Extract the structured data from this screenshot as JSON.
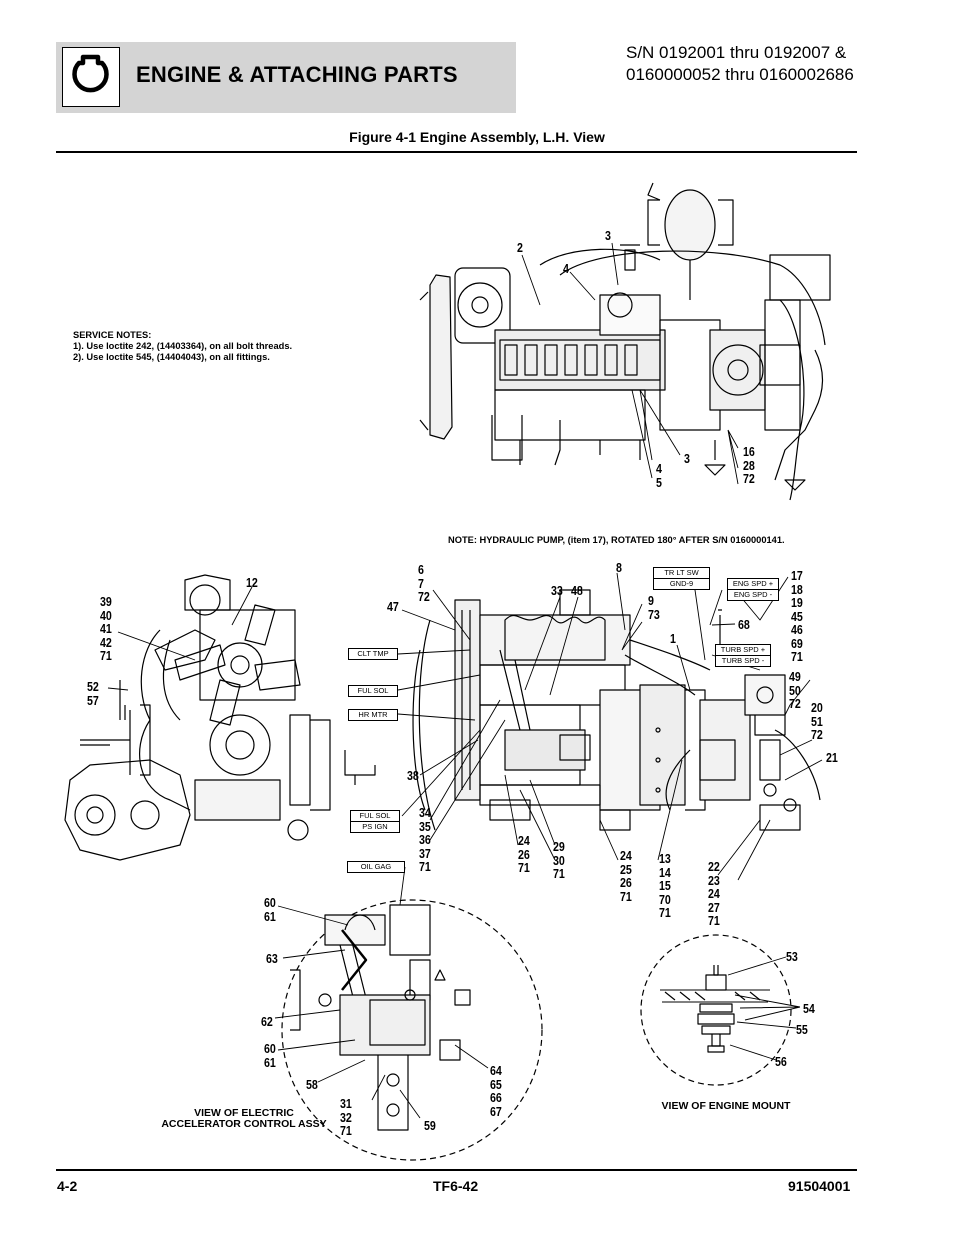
{
  "header": {
    "title": "ENGINE & ATTACHING PARTS",
    "serial_lines": [
      "S/N 0192001 thru 0192007 &",
      "0160000052 thru 0160002686"
    ],
    "icon": "engine-icon"
  },
  "figure_title": "Figure 4-1 Engine Assembly, L.H. View",
  "service_notes": {
    "heading": "SERVICE NOTES:",
    "items": [
      "1).  Use loctite 242, (14403364), on all bolt threads.",
      "2).  Use loctite 545, (14404043), on all fittings."
    ]
  },
  "pump_note": "NOTE:  HYDRAULIC PUMP, (item 17), ROTATED 180° AFTER S/N 0160000141.",
  "callouts": {
    "c2": "2",
    "c3a": "3",
    "c4": "4",
    "c3b": "3",
    "c45": "4\n5",
    "c16": "16\n28\n72",
    "c12": "12",
    "c39": "39\n40\n41\n42\n71",
    "c52": "52\n57",
    "c6": "6\n7\n72",
    "c47": "47",
    "c33": "33",
    "c48": "48",
    "c8": "8",
    "c9": "9\n73",
    "c1": "1",
    "c68": "68",
    "c17": "17\n18\n19\n45\n46\n69\n71",
    "c49": "49\n50\n72",
    "c20": "20\n51\n72",
    "c21": "21",
    "c38": "38",
    "c34": "34\n35\n36\n37\n71",
    "c24a": "24\n26\n71",
    "c29": "29\n30\n71",
    "c24b": "24\n25\n26\n71",
    "c13": "13\n14\n15\n70\n71",
    "c22": "22\n23\n24\n27\n71",
    "c60a": "60\n61",
    "c63": "63",
    "c62": "62",
    "c60b": "60\n61",
    "c58": "58",
    "c31": "31\n32\n71",
    "c59": "59",
    "c64": "64\n65\n66\n67",
    "c53": "53",
    "c54": "54",
    "c55": "55",
    "c56": "56"
  },
  "wire_tags": {
    "clt_tmp": "CLT TMP",
    "ful_sol": "FUL SOL",
    "hr_mtr": "HR MTR",
    "ful_sol_ps_a": "FUL SOL",
    "ful_sol_ps_b": "PS IGN",
    "oil_gag": "OIL GAG",
    "tr_lt_a": "TR LT SW",
    "tr_lt_b": "GND-9",
    "eng_spd_a": "ENG SPD +",
    "eng_spd_b": "ENG SPD -",
    "turb_spd_a": "TURB SPD +",
    "turb_spd_b": "TURB SPD -"
  },
  "captions": {
    "accel": [
      "VIEW OF ELECTRIC",
      "ACCELERATOR CONTROL ASSY"
    ],
    "mount": "VIEW OF ENGINE MOUNT"
  },
  "footer": {
    "page": "4-2",
    "model": "TF6-42",
    "doc": "91504001"
  }
}
